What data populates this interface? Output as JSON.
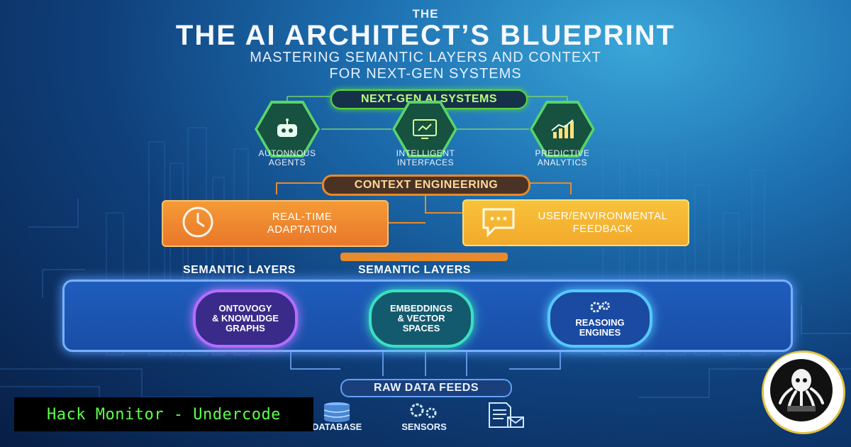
{
  "header": {
    "kicker": "THE",
    "title": "THE AI ARCHITECT’S BLUEPRINT",
    "subtitle_line1": "MASTERING SEMANTIC LAYERS AND CONTEXT",
    "subtitle_line2": "FOR NEXT-GEN SYSTEMS"
  },
  "top_tier": {
    "title": "NEXT-GEN AI SYSTEMS",
    "nodes": [
      {
        "line1": "AUTONNOUS",
        "line2": "AGENTS",
        "icon": "robot-icon"
      },
      {
        "line1": "INTELLIGENT",
        "line2": "INTERFACES",
        "icon": "screen-icon"
      },
      {
        "line1": "PREDICTIVE",
        "line2": "ANALYTICS",
        "icon": "bar-chart-icon"
      }
    ]
  },
  "context": {
    "title": "CONTEXT ENGINEERING",
    "left": {
      "line1": "REAL-TIME",
      "line2": "ADAPTATION",
      "icon": "clock-icon"
    },
    "right": {
      "line1": "USER/ENVIRONMENTAL",
      "line2": "FEEDBACK",
      "icon": "chat-icon"
    }
  },
  "semantic": {
    "label_left": "SEMANTIC LAYERS",
    "label_right": "SEMANTIC LAYERS",
    "nodes": [
      {
        "line1": "ONTOVOGY",
        "line2": "& KNOWLIDGE",
        "line3": "GRAPHS"
      },
      {
        "line1": "EMBEDDINGS",
        "line2": "& VECTOR",
        "line3": "SPACES"
      },
      {
        "line1": "REASOING",
        "line2": "ENGINES",
        "icon": "gears-icon"
      }
    ]
  },
  "raw": {
    "title": "RAW DATA FEEDS",
    "sources": [
      {
        "label": "DATABASE",
        "icon": "database-icon"
      },
      {
        "label": "SENSORS",
        "icon": "gears-icon"
      },
      {
        "label": "",
        "icon": "document-icon"
      }
    ]
  },
  "watermark": {
    "text": "Hack Monitor - Undercode"
  },
  "colors": {
    "green": "#5bd43b",
    "orange": "#e88a2a",
    "yellow": "#f2a92c",
    "purple": "#b46cff",
    "teal": "#3ae0c0",
    "blue": "#56c8ff"
  }
}
